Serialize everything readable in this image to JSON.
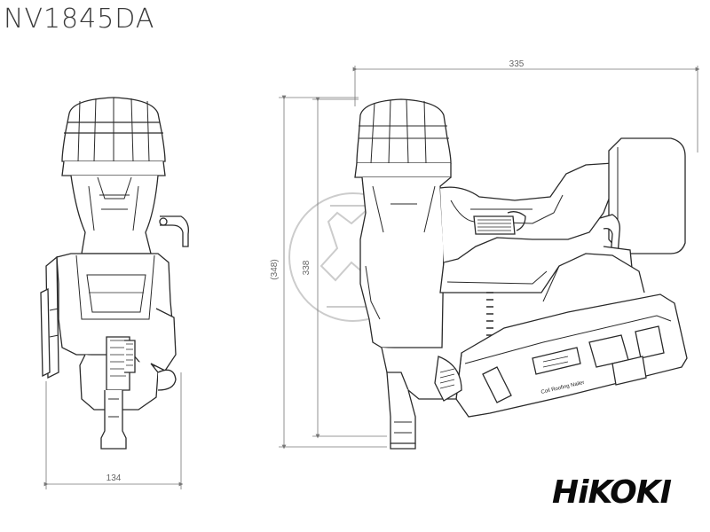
{
  "title": "NV1845DA",
  "brand": "HiKOKI",
  "dimensions": {
    "width_top": "335",
    "height_inner": "338",
    "height_outer": "(348)",
    "depth_bottom": "134"
  },
  "labels": {
    "magazine_label": "Coil Roofing Nailer"
  },
  "colors": {
    "line": "#2a2a2a",
    "dim_line": "#777777",
    "watermark": "#cccccc"
  }
}
